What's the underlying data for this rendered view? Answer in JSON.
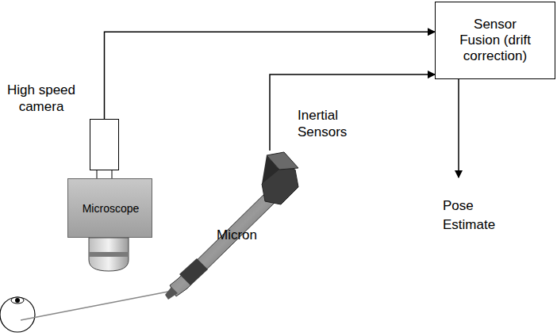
{
  "diagram": {
    "nodes": [
      {
        "text": [
          "Sensor Fusion (drift correction)"
        ]
      },
      {
        "text": [
          "High speed camera"
        ]
      },
      {
        "text": [
          "Inertial Sensors",
          "Micron"
        ]
      },
      {
        "text": [
          "Microscope"
        ]
      }
    ],
    "edges": [
      {
        "from": 1,
        "to": 0,
        "arrow": "to"
      },
      {
        "from": 2,
        "to": 0,
        "arrow": "to"
      }
    ],
    "labels": [
      "Pose Estimate"
    ]
  }
}
